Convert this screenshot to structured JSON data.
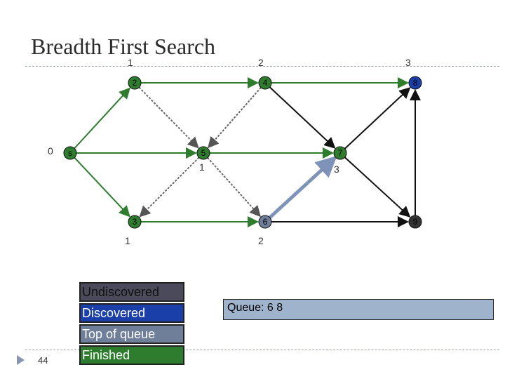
{
  "title": "Breadth First Search",
  "nodes": [
    {
      "id": "s",
      "label": "s",
      "color": "#2e7d2e",
      "dist": "0"
    },
    {
      "id": "2",
      "label": "2",
      "color": "#2e7d2e",
      "dist": "1"
    },
    {
      "id": "4",
      "label": "4",
      "color": "#2e7d2e",
      "dist": "2"
    },
    {
      "id": "8",
      "label": "8",
      "color": "#1a3fa8",
      "dist": "3"
    },
    {
      "id": "5",
      "label": "5",
      "color": "#2e7d2e",
      "dist": "1"
    },
    {
      "id": "7",
      "label": "7",
      "color": "#2e7d2e",
      "dist": "3"
    },
    {
      "id": "3",
      "label": "3",
      "color": "#2e7d2e",
      "dist": "1"
    },
    {
      "id": "6",
      "label": "6",
      "color": "#6f7f99",
      "dist": "2"
    },
    {
      "id": "9",
      "label": "9",
      "color": "#333333",
      "dist": ""
    }
  ],
  "edges": [
    {
      "from": "s",
      "to": "2",
      "type": "tree"
    },
    {
      "from": "s",
      "to": "3",
      "type": "tree"
    },
    {
      "from": "s",
      "to": "5",
      "type": "tree"
    },
    {
      "from": "2",
      "to": "4",
      "type": "tree"
    },
    {
      "from": "3",
      "to": "6",
      "type": "tree"
    },
    {
      "from": "4",
      "to": "8",
      "type": "tree"
    },
    {
      "from": "5",
      "to": "7",
      "type": "tree"
    },
    {
      "from": "2",
      "to": "5",
      "type": "gray"
    },
    {
      "from": "4",
      "to": "5",
      "type": "gray"
    },
    {
      "from": "5",
      "to": "3",
      "type": "gray"
    },
    {
      "from": "5",
      "to": "6",
      "type": "gray"
    },
    {
      "from": "4",
      "to": "7",
      "type": "black"
    },
    {
      "from": "7",
      "to": "8",
      "type": "black"
    },
    {
      "from": "7",
      "to": "9",
      "type": "black"
    },
    {
      "from": "6",
      "to": "9",
      "type": "black"
    },
    {
      "from": "9",
      "to": "8",
      "type": "black"
    },
    {
      "from": "6",
      "to": "7",
      "type": "highlight"
    }
  ],
  "legend": {
    "undiscovered": {
      "label": "Undiscovered",
      "color": "#4a4a5a"
    },
    "discovered": {
      "label": "Discovered",
      "color": "#1a3fa8"
    },
    "top_of_queue": {
      "label": "Top of queue",
      "color": "#6f7f99"
    },
    "finished": {
      "label": "Finished",
      "color": "#2e7d2e"
    }
  },
  "queue": {
    "text": "Queue: 6 8"
  },
  "page_number": "44"
}
